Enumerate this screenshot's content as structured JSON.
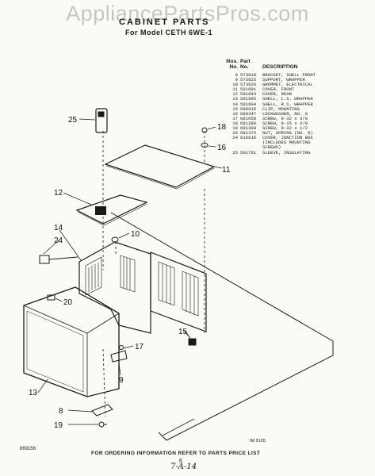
{
  "watermark": "AppliancePartsPros.com",
  "title": "CABINET PARTS",
  "subtitle": "For Model CETH 6WE-1",
  "parts_header": {
    "illus_top": "Illus.",
    "part_top": "Part",
    "no": "No.",
    "partno": "No.",
    "desc": "DESCRIPTION"
  },
  "parts": [
    {
      "illus": "8",
      "part": "573618",
      "desc": "BRACKET, SHELL FRONT"
    },
    {
      "illus": "9",
      "part": "573625",
      "desc": "SUPPORT, WRAPPER"
    },
    {
      "illus": "10",
      "part": "573626",
      "desc": "GROMMET, ELECTRICAL"
    },
    {
      "illus": "11",
      "part": "591601",
      "desc": "COVER, FRONT"
    },
    {
      "illus": "12",
      "part": "591843",
      "desc": "COVER, REAR"
    },
    {
      "illus": "13",
      "part": "591605",
      "desc": "SHELL, L.S. WRAPPER"
    },
    {
      "illus": "14",
      "part": "591604",
      "desc": "SHELL, R.S. WRAPPER"
    },
    {
      "illus": "15",
      "part": "596615",
      "desc": "CLIP, MOUNTING"
    },
    {
      "illus": "16",
      "part": "680347",
      "desc": "LOCKWASHER, NO. 8"
    },
    {
      "illus": "17",
      "part": "681058",
      "desc": "SCREW, 8-32 x 3/8"
    },
    {
      "illus": "18",
      "part": "681288",
      "desc": "SCREW, 8-15 x 3/8"
    },
    {
      "illus": "19",
      "part": "681308",
      "desc": "SCREW, 8-32 x 1/2"
    },
    {
      "illus": "20",
      "part": "681374",
      "desc": "NUT, SPRING (NO. 8)"
    },
    {
      "illus": "24",
      "part": "816016",
      "desc": "COVER, JUNCTION BOX"
    },
    {
      "illus": "",
      "part": "",
      "desc": "(INCLUDES MOUNTING"
    },
    {
      "illus": "",
      "part": "",
      "desc": "SCREWS)"
    },
    {
      "illus": "25",
      "part": "591761",
      "desc": "SLEEVE, INSULATING"
    }
  ],
  "callouts": {
    "c8": "8",
    "c9": "9",
    "c10": "10",
    "c11": "11",
    "c12": "12",
    "c13": "13",
    "c14": "14",
    "c15": "15",
    "c16": "16",
    "c17": "17",
    "c18": "18",
    "c19": "19",
    "c20": "20",
    "c24": "24",
    "c25": "25"
  },
  "footer": "FOR ORDERING INFORMATION REFER TO PARTS PRICE LIST",
  "fig_number": "869156",
  "diagram_number": "IM 9105",
  "page_number": "6",
  "handwritten_note": "7-A-14"
}
